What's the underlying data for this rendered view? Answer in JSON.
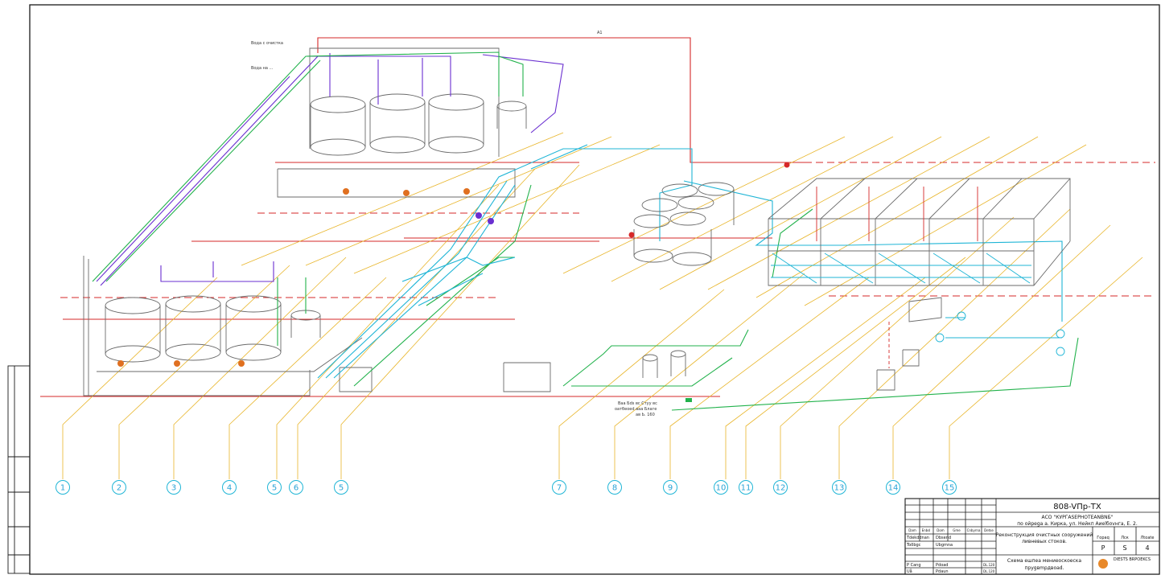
{
  "title_block": {
    "drawing_code": "808-VПр-TX",
    "organization_line1": "АСО \"КУРГАSЕРНОТЕАNВNБ\"",
    "organization_line2": "по ойреgа а. Кирка, ул. Нейкп Аиеlбоvнга, Е. 2.",
    "project_title_line1": "Реконструкция очистных сооружений",
    "project_title_line2": "ливневых стоков.",
    "sheet_title_line1": "Схема ешпеа мениеоскоеска",
    "sheet_title_line2": "пруgвmрдвоаd.",
    "stage_label": "Гораq",
    "stage_value": "P",
    "sheet_label": "Лск",
    "sheet_value": "S",
    "sheets_label": "Лtoate",
    "sheets_value": "4",
    "company_logo_text": "DIESTS BRPOEKCS",
    "header_cells": [
      "Dam",
      "Enbsl",
      "Dom",
      "Gme",
      "Cnbyrna",
      "Detse"
    ],
    "role_rows": [
      {
        "role": "Tdekddnan",
        "name": "Dbsend"
      },
      {
        "role": "Toðbgc",
        "name": "Ubgmna"
      },
      {
        "role": "P Cang",
        "name": "Pdoad",
        "date": "DL.120"
      },
      {
        "role": "Uå",
        "name": "Pdaun",
        "date": "DL.120"
      }
    ]
  },
  "callouts": [
    "1",
    "2",
    "3",
    "4",
    "5",
    "6",
    "5",
    "7",
    "8",
    "9",
    "10",
    "11",
    "12",
    "13",
    "14",
    "15"
  ],
  "labels": {
    "note_top_left_1": "Вода с очистка",
    "note_top_left_2": "Вода на ...",
    "pipe_a1": "А1",
    "note_bottom_1": "Ваа Бds вс Стуу вс",
    "note_bottom_2": "оатбеоеd ааа Благе",
    "note_bottom_3": "ав Ь. 160"
  },
  "colors": {
    "red": "#d62828",
    "purple": "#6a2fd0",
    "green": "#22b24c",
    "cyan": "#1fb5d6",
    "yellow": "#e8b52a",
    "gray": "#6b6b6b",
    "black": "#1a1a1a"
  }
}
